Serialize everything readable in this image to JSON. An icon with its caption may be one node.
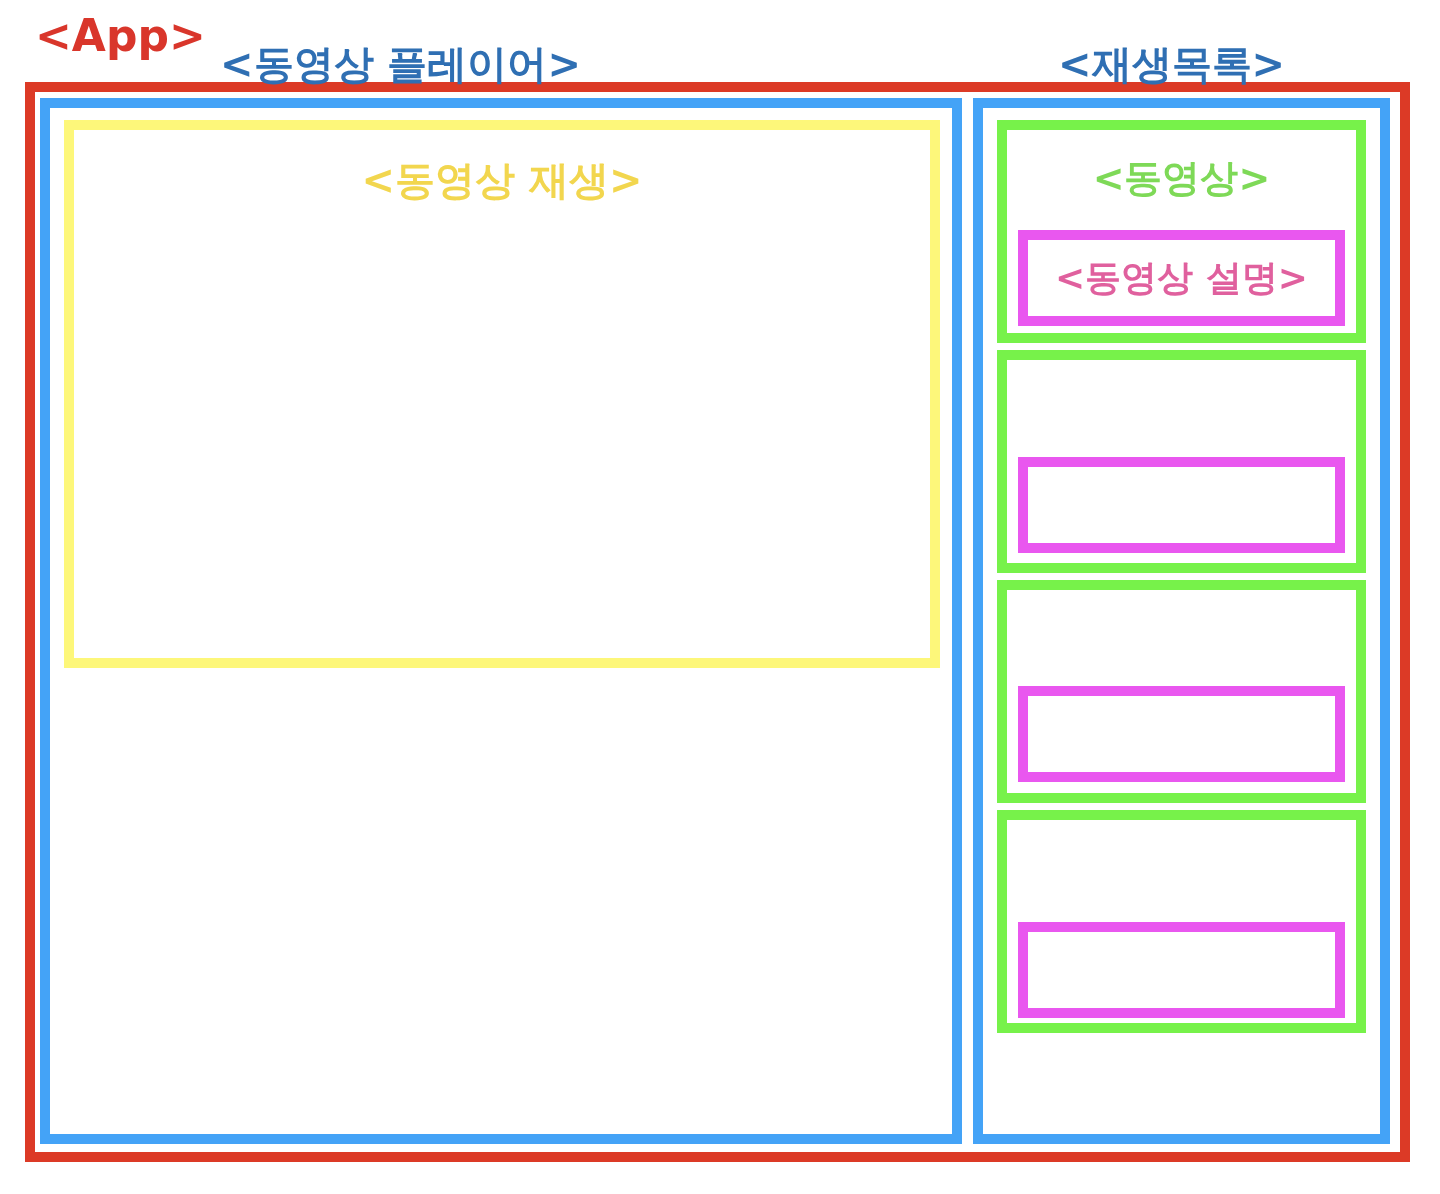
{
  "diagram": {
    "nodes": [
      {
        "text": [
          "<App>"
        ]
      },
      {
        "text": [
          "<동영상 플레이어>"
        ],
        "in": 0
      },
      {
        "text": [
          "<동영상 재생>"
        ],
        "in": 1
      },
      {
        "text": [
          "<재생목록>"
        ],
        "in": 0
      },
      {
        "text": [
          "<동영상>"
        ],
        "in": 3
      },
      {
        "text": [
          "<동영상 설명>"
        ],
        "in": 4
      },
      {
        "text": [],
        "shape": "box",
        "in": 3
      },
      {
        "text": [],
        "shape": "box",
        "in": 6
      },
      {
        "text": [],
        "shape": "box",
        "in": 3
      },
      {
        "text": [],
        "shape": "box",
        "in": 8
      },
      {
        "text": [],
        "shape": "box",
        "in": 3
      },
      {
        "text": [],
        "shape": "box",
        "in": 10
      }
    ]
  }
}
